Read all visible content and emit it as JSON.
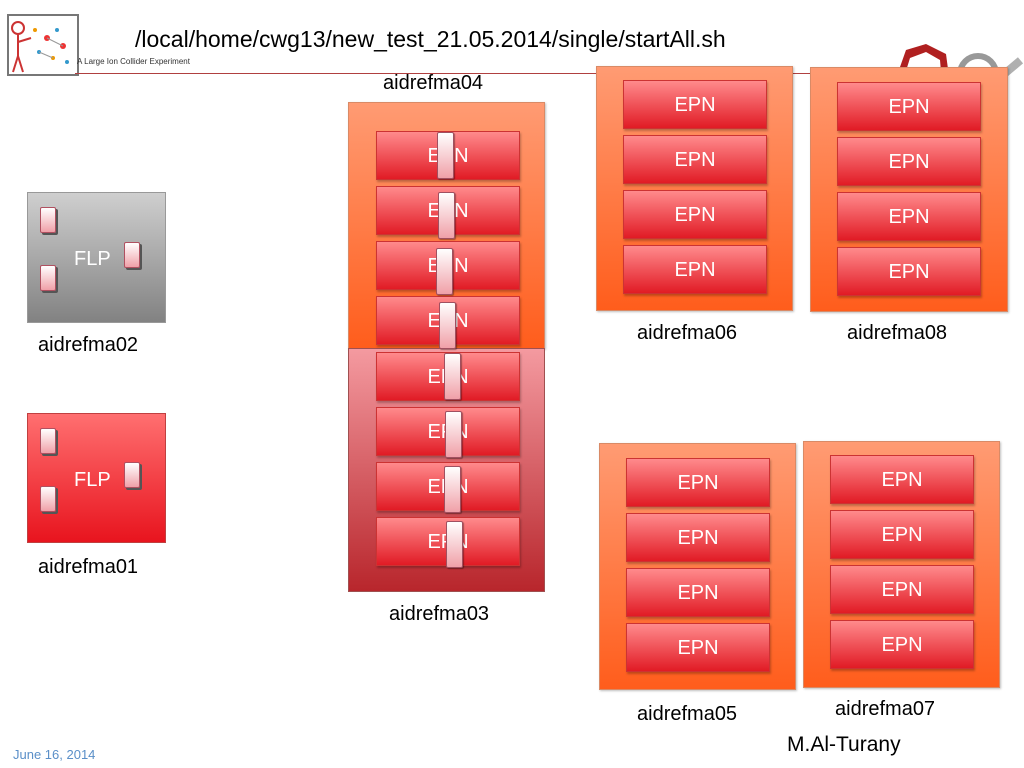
{
  "title": "/local/home/cwg13/new_test_21.05.2014/single/startAll.sh",
  "logo_caption": "A Large Ion Collider Experiment",
  "epn_label": "EPN",
  "flp_label": "FLP",
  "hosts": {
    "aidrefma01": "aidrefma01",
    "aidrefma02": "aidrefma02",
    "aidrefma03": "aidrefma03",
    "aidrefma04": "aidrefma04",
    "aidrefma05": "aidrefma05",
    "aidrefma06": "aidrefma06",
    "aidrefma07": "aidrefma07",
    "aidrefma08": "aidrefma08"
  },
  "footer": {
    "date": "June 16, 2014",
    "author": "M.Al-Turany"
  },
  "colors": {
    "epn_host": "#ff6a2a",
    "flp_active": "#e8141e",
    "flp_idle": "#8a8a8a",
    "date_text": "#5a8fc8"
  }
}
